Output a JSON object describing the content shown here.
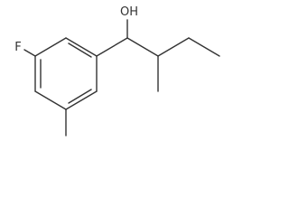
{
  "structure": {
    "atoms": [
      {
        "element": "F"
      },
      {
        "element": "O",
        "label": "OH"
      }
    ],
    "bond_color": "#333333"
  }
}
